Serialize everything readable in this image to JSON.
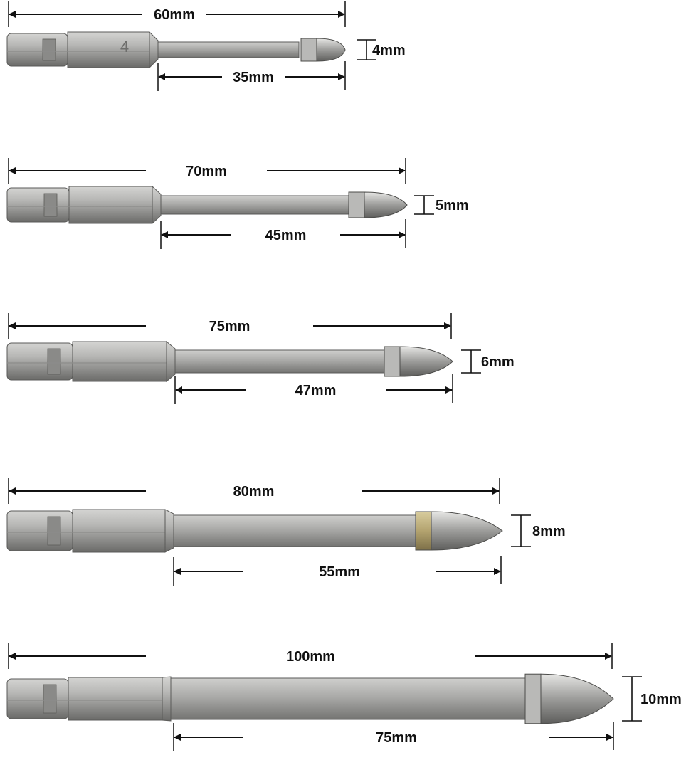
{
  "bits": [
    {
      "name": "bit-4mm",
      "total_length": "60mm",
      "shank_length": "35mm",
      "diameter": "4mm",
      "etched_mark": "4"
    },
    {
      "name": "bit-5mm",
      "total_length": "70mm",
      "shank_length": "45mm",
      "diameter": "5mm",
      "etched_mark": ""
    },
    {
      "name": "bit-6mm",
      "total_length": "75mm",
      "shank_length": "47mm",
      "diameter": "6mm",
      "etched_mark": ""
    },
    {
      "name": "bit-8mm",
      "total_length": "80mm",
      "shank_length": "55mm",
      "diameter": "8mm",
      "etched_mark": ""
    },
    {
      "name": "bit-10mm",
      "total_length": "100mm",
      "shank_length": "75mm",
      "diameter": "10mm",
      "etched_mark": ""
    }
  ],
  "colors": {
    "steel_light": "#c4c4c2",
    "steel_mid": "#9a9a98",
    "steel_dark": "#5a5a58",
    "carbide": "#c9b98a",
    "line": "#111111"
  }
}
